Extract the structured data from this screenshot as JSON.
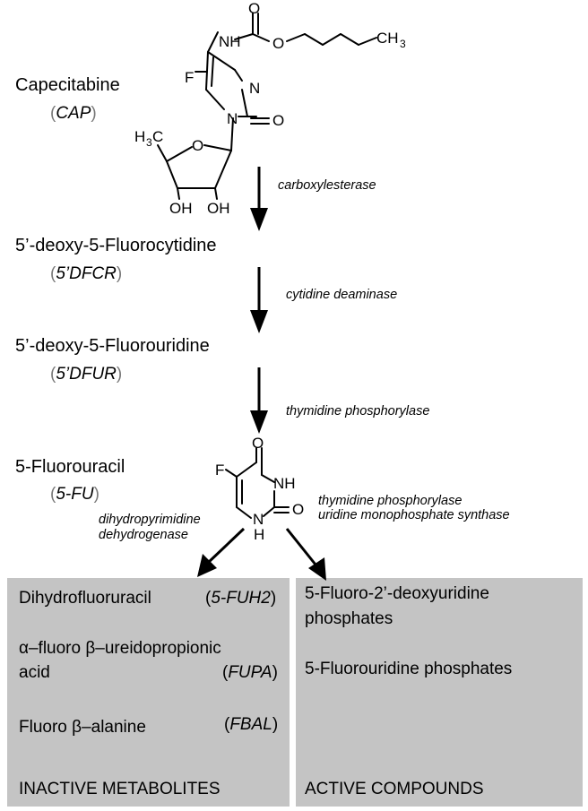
{
  "compounds": {
    "capecitabine": {
      "name": "Capecitabine",
      "abbr": "CAP"
    },
    "dfcr": {
      "name": "5’-deoxy-5-Fluorocytidine",
      "abbr": "5’DFCR"
    },
    "dfur": {
      "name": "5’-deoxy-5-Fluorouridine",
      "abbr": "5’DFUR"
    },
    "fu": {
      "name": "5-Fluorouracil",
      "abbr": "5-FU"
    }
  },
  "enzymes": {
    "carboxylesterase": "carboxylesterase",
    "cytidine_deaminase": "cytidine deaminase",
    "thymidine_phosphorylase": "thymidine phosphorylase",
    "active_route_line1": "thymidine phosphorylase",
    "active_route_line2": "uridine monophosphate synthase",
    "inactive_route_line1": "dihydropyrimidine",
    "inactive_route_line2": "dehydrogenase"
  },
  "structure_labels": {
    "nh": "NH",
    "o": "O",
    "ch3": "CH",
    "three": "3",
    "f": "F",
    "n": "N",
    "h3": "H",
    "three_sub": "3",
    "c": "C",
    "oh": "OH",
    "h": "H"
  },
  "inactive_box": {
    "heading": "INACTIVE METABOLITES",
    "items": [
      {
        "name": "Dihydrofluoruracil",
        "abbr": "5-FUH2"
      },
      {
        "name_line1": "α–fluoro β–ureidopropionic",
        "name_line2": "acid",
        "abbr": "FUPA"
      },
      {
        "name": "Fluoro β–alanine",
        "abbr": "FBAL"
      }
    ]
  },
  "active_box": {
    "heading": "ACTIVE COMPOUNDS",
    "items": [
      {
        "name_line1": "5-Fluoro-2’-deoxyuridine",
        "name_line2": "phosphates"
      },
      {
        "name": "5-Fluorouridine phosphates"
      }
    ]
  }
}
